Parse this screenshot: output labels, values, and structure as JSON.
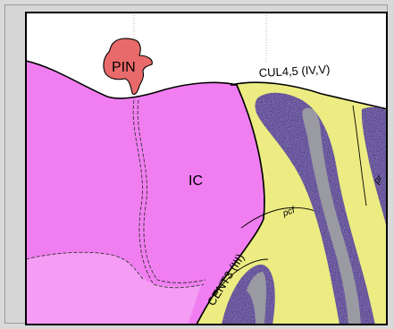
{
  "atlas": {
    "labels": {
      "pin": "PIN",
      "ic": "IC",
      "cul45": "CUL4,5 (IV,V)",
      "cent3": "CENT3 (III)",
      "pcf": "pcf",
      "pr_partial": "pr"
    },
    "colors": {
      "background": "#ffffff",
      "frame": "#d6d6d6",
      "ic_region": "#f17ef1",
      "ic_lower": "#f59cf5",
      "cerebellum": "#ecec82",
      "granular_layer": "#4a2890",
      "white_matter": "#9a9aa2",
      "pineal": "#e96a6a"
    }
  }
}
